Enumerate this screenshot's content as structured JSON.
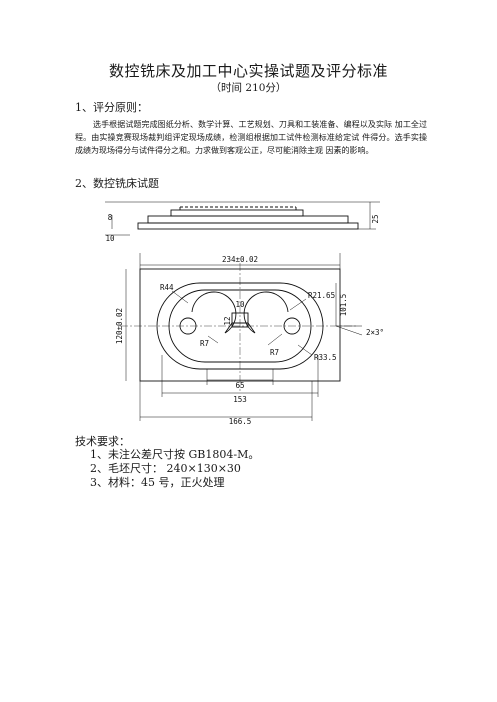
{
  "title": "数控铣床及加工中心实操试题及评分标准",
  "subtitle": "（时间  210分）",
  "section1": {
    "heading": "1、评分原则：",
    "paragraph": "选手根据试题完成图纸分析、数学计算、工艺规划、刀具和工装准备、编程以及实际 加工全过程。由实操竞赛现场裁判组评定现场成绩，检测组根据加工试件检测标准给定试 件得分。选手实操成绩为现场得分与试件得分之和。力求做到客观公正，尽可能消除主观 因素的影响。"
  },
  "section2": {
    "heading": "2、数控铣床试题"
  },
  "drawing": {
    "dims": {
      "d8": "8",
      "d10": "10",
      "d25": "25",
      "d234": "234±0.02",
      "d120": "120±0.02",
      "d101": "101.5",
      "dR44": "R44",
      "dR21": "R21.65",
      "d10b": "10",
      "d12": "12",
      "dR7a": "R7",
      "dR7b": "R7",
      "dR33": "R33.5",
      "d2x3": "2×3°",
      "d65": "65",
      "d153": "153",
      "d166": "166.5"
    }
  },
  "requirements": {
    "heading": "技术要求：",
    "items": [
      "1、未注公差尺寸按  GB1804-M。",
      "2、毛坯尺寸：   240×130×30",
      "3、材料：45 号，正火处理"
    ]
  }
}
